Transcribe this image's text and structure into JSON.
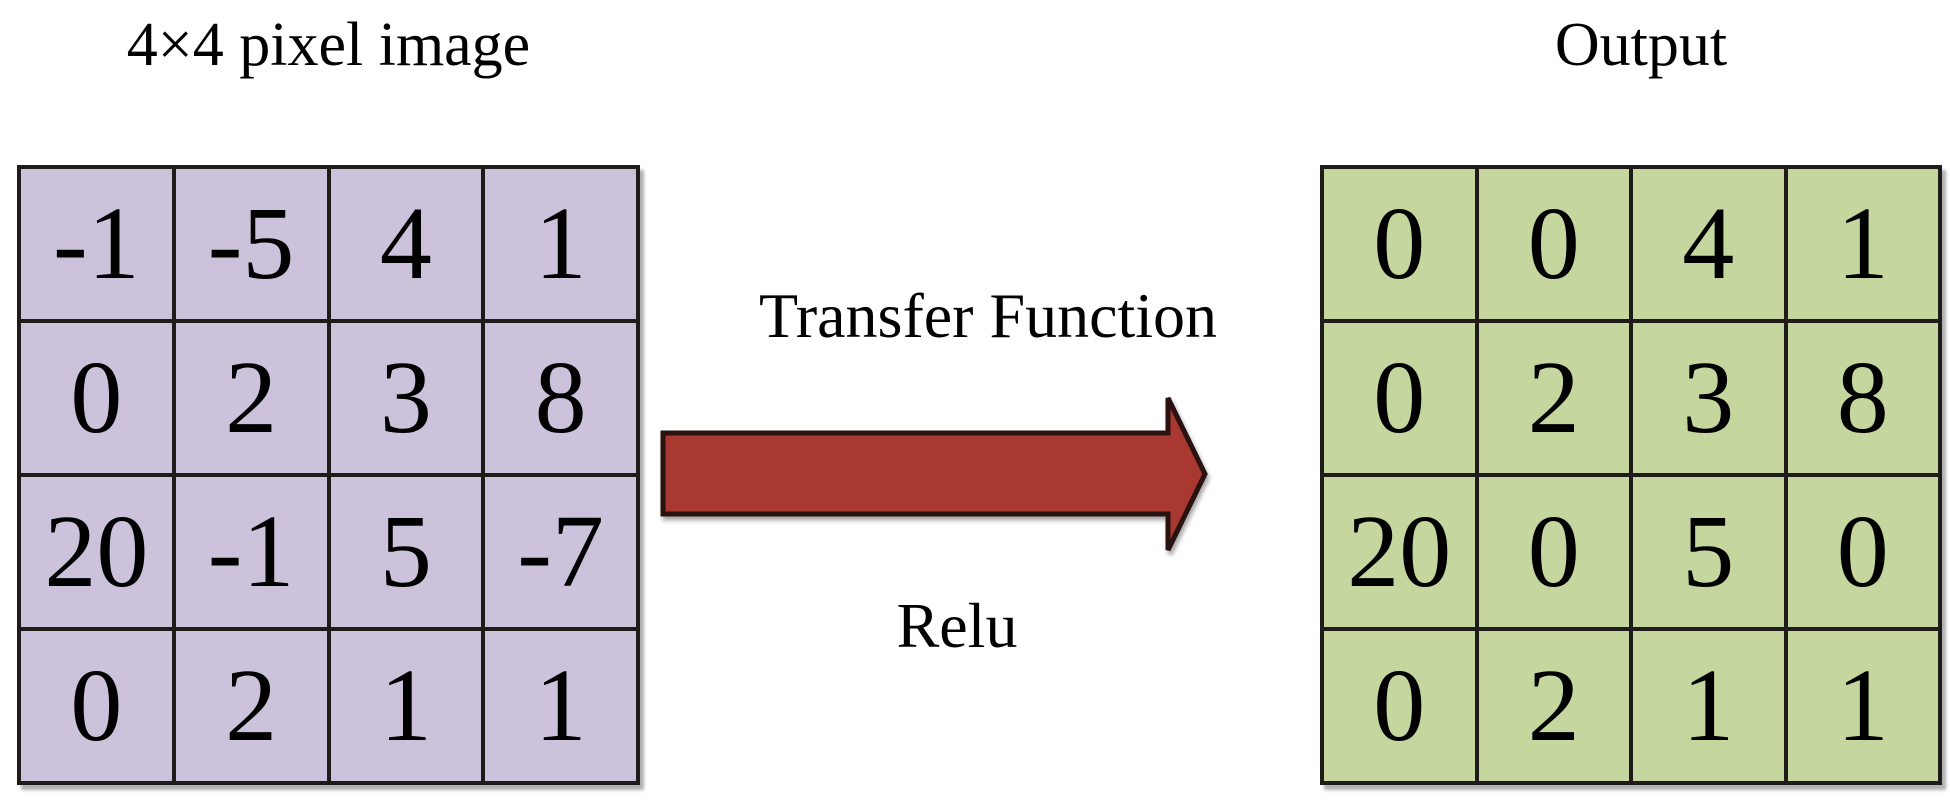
{
  "figure": {
    "background": "#ffffff",
    "grid_border_color": "#1E1B18",
    "text_color": "#000000"
  },
  "input_grid": {
    "title": "4×4 pixel image",
    "cell_fill": "#CDC2DC",
    "rows": [
      [
        "-1",
        "-5",
        "4",
        "1"
      ],
      [
        "0",
        "2",
        "3",
        "8"
      ],
      [
        "20",
        "-1",
        "5",
        "-7"
      ],
      [
        "0",
        "2",
        "1",
        "1"
      ]
    ]
  },
  "output_grid": {
    "title": "Output",
    "cell_fill": "#C5D79E",
    "rows": [
      [
        "0",
        "0",
        "4",
        "1"
      ],
      [
        "0",
        "2",
        "3",
        "8"
      ],
      [
        "20",
        "0",
        "5",
        "0"
      ],
      [
        "0",
        "2",
        "1",
        "1"
      ]
    ]
  },
  "transfer": {
    "label": "Transfer Function",
    "function_name": "Relu",
    "arrow_fill": "#A93830",
    "arrow_outline": "#2A1210"
  }
}
